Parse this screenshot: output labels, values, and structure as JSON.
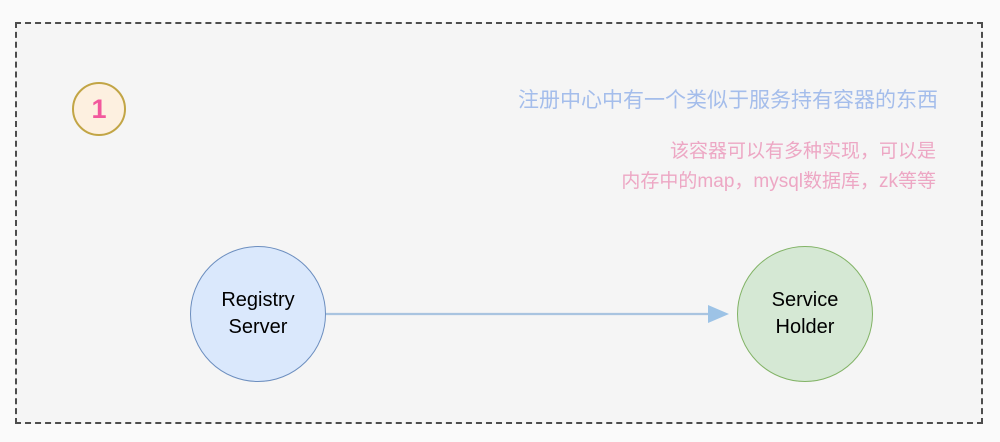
{
  "badge": {
    "number": "1"
  },
  "annotations": {
    "blue_note": "注册中心中有一个类似于服务持有容器的东西",
    "pink_note_line1": "该容器可以有多种实现，可以是",
    "pink_note_line2": "内存中的map，mysql数据库，zk等等"
  },
  "nodes": [
    {
      "id": "registry-server",
      "label_line1": "Registry",
      "label_line2": "Server",
      "fill": "#dae8fc",
      "stroke": "#6c8ebf"
    },
    {
      "id": "service-holder",
      "label_line1": "Service",
      "label_line2": "Holder",
      "fill": "#d5e8d4",
      "stroke": "#82b366"
    }
  ],
  "connector": {
    "from": "registry-server",
    "to": "service-holder",
    "color": "#a9c4e0",
    "arrowhead_color": "#9dc3e6",
    "label": ""
  },
  "colors": {
    "canvas_background": "#fafafa",
    "panel_background": "#f5f5f5",
    "panel_border": "#4d4d4d",
    "badge_fill": "#fdf0e0",
    "badge_border": "#c2a545",
    "badge_text": "#f2589d",
    "blue_note_text": "#a4bdeb",
    "pink_note_text": "#eda7c4"
  }
}
